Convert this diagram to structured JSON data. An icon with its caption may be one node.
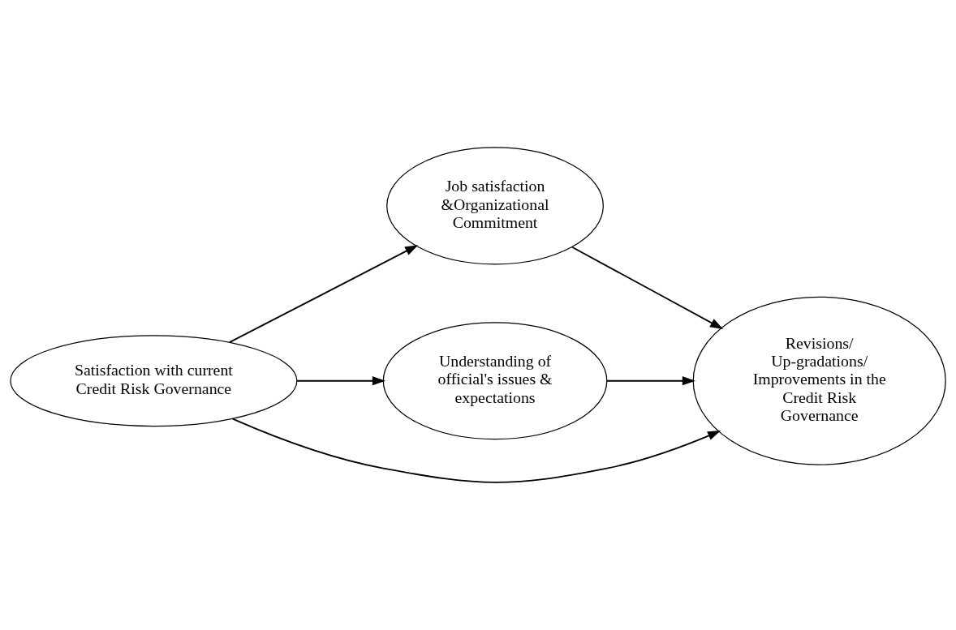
{
  "diagram": {
    "nodes": [
      {
        "text": [
          "Satisfaction with current Credit Risk Governance"
        ]
      },
      {
        "text": [
          "Job satisfaction &Organizational Commitment"
        ]
      },
      {
        "text": [
          "Understanding of official's issues & expectations"
        ]
      },
      {
        "text": [
          "Revisions/ Up-gradations/ Improvements in the Credit Risk Governance"
        ]
      }
    ],
    "edges": [
      {
        "from": 0,
        "to": 1,
        "arrow": "to"
      },
      {
        "from": 0,
        "to": 3,
        "arrow": "to"
      },
      {
        "from": 0,
        "to": 2,
        "arrow": "to"
      },
      {
        "from": 1,
        "to": 3,
        "arrow": "to"
      },
      {
        "from": 2,
        "to": 3,
        "arrow": "to"
      }
    ]
  }
}
